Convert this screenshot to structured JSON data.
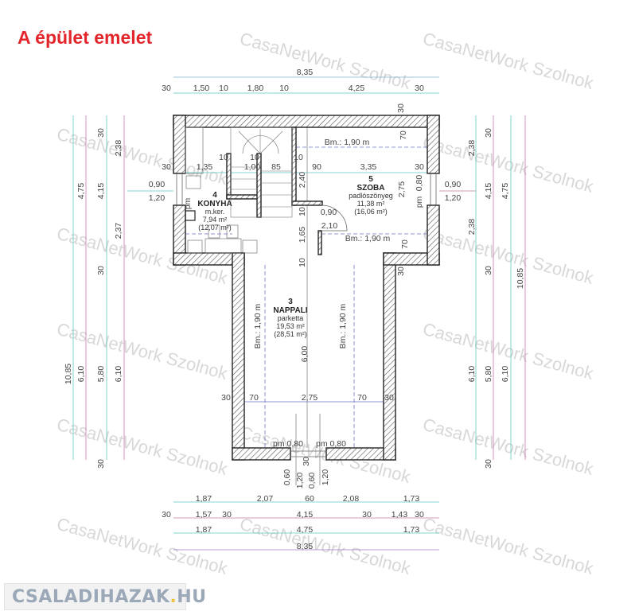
{
  "title": "A épület emelet",
  "watermark": "CasaNetWork Szolnok",
  "logo": {
    "name": "CSALADIHAZAK",
    "dot": ".",
    "tld": "HU"
  },
  "rooms": {
    "konyha": {
      "number": "4",
      "name": "KONYHA",
      "floor": "m.ker.",
      "area": "7,94 m²",
      "gross_area": "(12,07 m²)"
    },
    "szoba": {
      "number": "5",
      "name": "SZOBA",
      "floor": "padlószönyeg",
      "area": "11,38 m²",
      "gross_area": "(16,06 m²)"
    },
    "nappali": {
      "number": "3",
      "name": "NAPPALI",
      "floor": "parketta",
      "area": "19,53 m²",
      "gross_area": "(28,51 m²)"
    }
  },
  "dims": {
    "top": [
      "8,35",
      "30",
      "1,50",
      "10",
      "1,80",
      "10",
      "4,25",
      "30"
    ],
    "left": [
      "10,85",
      "4,75",
      "6,10",
      "30",
      "4,15",
      "30",
      "5,80",
      "30",
      "2,38",
      "2,37",
      "6,10",
      "0,90",
      "1,20"
    ],
    "right": [
      "10,85",
      "4,75",
      "6,10",
      "30",
      "4,15",
      "30",
      "5,80",
      "30",
      "2,38",
      "2,38",
      "6,10",
      "0,90",
      "1,20"
    ],
    "interior": [
      "30",
      "1,35",
      "10",
      "1,00",
      "10",
      "85",
      "10",
      "90",
      "3,35",
      "30",
      "Bm.: 1,90 m",
      "70",
      "30",
      "2,40",
      "2,75",
      "0,80",
      "pm",
      "pm",
      "10",
      "0,90",
      "2,10",
      "1,65",
      "Bm.: 1,90 m",
      "70",
      "10",
      "30",
      "Bm.: 1,90 m",
      "Bm.: 1,90 m",
      "6,00",
      "30",
      "70",
      "2,75",
      "70",
      "30",
      "pm 0,80",
      "pm 0,80",
      "0,60",
      "1,20",
      "0,60",
      "1,20",
      "30"
    ],
    "bottom": [
      "1,87",
      "2,07",
      "60",
      "2,08",
      "1,73",
      "30",
      "1,57",
      "30",
      "4,15",
      "30",
      "1,43",
      "30",
      "1,87",
      "4,75",
      "1,73",
      "8,35"
    ]
  },
  "colors": {
    "title": "#e3262b",
    "wall": "#222222",
    "dim_line_a": "#5fc7c0",
    "dim_line_b": "#c77ba8",
    "dashed": "#6b72c8"
  }
}
